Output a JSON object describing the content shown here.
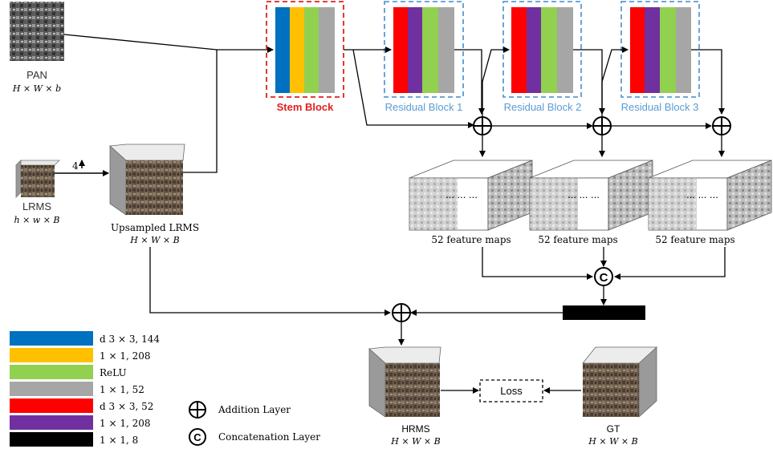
{
  "inputs": {
    "pan": {
      "label": "PAN",
      "dims": "H × W × b"
    },
    "lrms": {
      "label": "LRMS",
      "dims": "h × w × B"
    },
    "upsample_factor": "4",
    "upsampled": {
      "label": "Upsampled LRMS",
      "dims": "H × W × B"
    }
  },
  "blocks": {
    "stem": "Stem Block",
    "res1": "Residual Block 1",
    "res2": "Residual Block 2",
    "res3": "Residual Block 3"
  },
  "feature_maps": {
    "dots": "... ... ...",
    "label": "52 feature maps"
  },
  "outputs": {
    "hrms": {
      "label": "HRMS",
      "dims": "H × W × B"
    },
    "gt": {
      "label": "GT",
      "dims": "H × W × B"
    },
    "loss": "Loss"
  },
  "legend": {
    "layers": [
      {
        "color": "#0070c0",
        "label": "d 3 × 3, 144"
      },
      {
        "color": "#ffc000",
        "label": "1 × 1, 208"
      },
      {
        "color": "#92d050",
        "label": "ReLU"
      },
      {
        "color": "#a6a6a6",
        "label": "1 × 1, 52"
      },
      {
        "color": "#ff0000",
        "label": "d 3 × 3, 52"
      },
      {
        "color": "#7030a0",
        "label": "1 × 1, 208"
      },
      {
        "color": "#000000",
        "label": "1 × 1, 8"
      }
    ],
    "symbols": [
      {
        "icon": "circle-plus",
        "label": "Addition Layer"
      },
      {
        "icon": "circle-c",
        "label": "Concatenation Layer"
      }
    ]
  },
  "colors": {
    "stem_border": "#e02020",
    "residual_border": "#5b9bd5",
    "stem_text": "#e02020",
    "residual_text": "#5b9bd5"
  }
}
